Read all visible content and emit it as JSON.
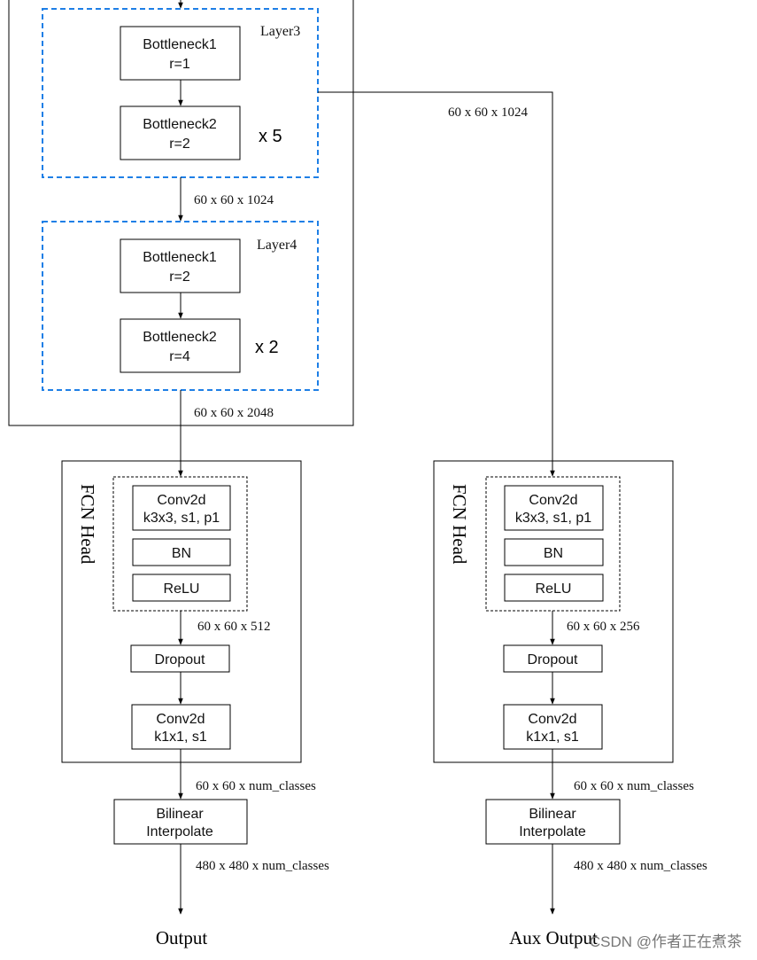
{
  "backbone": {
    "layer3": {
      "title": "Layer3",
      "block1": {
        "name": "Bottleneck1",
        "param": "r=1"
      },
      "block2": {
        "name": "Bottleneck2",
        "param": "r=2"
      },
      "repeat": "x 5"
    },
    "layer4": {
      "title": "Layer4",
      "block1": {
        "name": "Bottleneck1",
        "param": "r=2"
      },
      "block2": {
        "name": "Bottleneck2",
        "param": "r=4"
      },
      "repeat": "x 2"
    },
    "dim_layer3_out": "60 x 60 x 1024",
    "dim_layer4_out": "60 x 60 x 2048",
    "dim_aux_branch": "60 x 60 x 1024"
  },
  "main_head": {
    "title": "FCN Head",
    "conv1": {
      "line1": "Conv2d",
      "line2": "k3x3, s1, p1"
    },
    "bn": "BN",
    "relu": "ReLU",
    "dim_mid": "60 x 60 x 512",
    "dropout": "Dropout",
    "conv2": {
      "line1": "Conv2d",
      "line2": "k1x1, s1"
    },
    "dim_out": "60 x 60 x num_classes",
    "interp": {
      "line1": "Bilinear",
      "line2": "Interpolate"
    },
    "dim_final": "480 x 480 x num_classes",
    "output": "Output"
  },
  "aux_head": {
    "title": "FCN Head",
    "conv1": {
      "line1": "Conv2d",
      "line2": "k3x3, s1, p1"
    },
    "bn": "BN",
    "relu": "ReLU",
    "dim_mid": "60 x 60 x 256",
    "dropout": "Dropout",
    "conv2": {
      "line1": "Conv2d",
      "line2": "k1x1, s1"
    },
    "dim_out": "60 x 60 x num_classes",
    "interp": {
      "line1": "Bilinear",
      "line2": "Interpolate"
    },
    "dim_final": "480 x 480 x num_classes",
    "output": "Aux Output"
  },
  "watermark": "CSDN @作者正在煮茶",
  "colors": {
    "layer_border": "#1e7fe6",
    "lines": "#000000"
  }
}
